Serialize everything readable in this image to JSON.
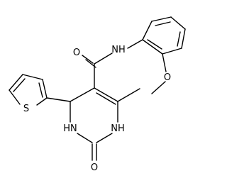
{
  "atoms": {
    "thiophene_s": "S",
    "amide_nh": "NH",
    "ring_n1": "HN",
    "ring_n3": "NH",
    "carbonyl_o": "O",
    "urea_o": "O",
    "ether_o": "O"
  }
}
